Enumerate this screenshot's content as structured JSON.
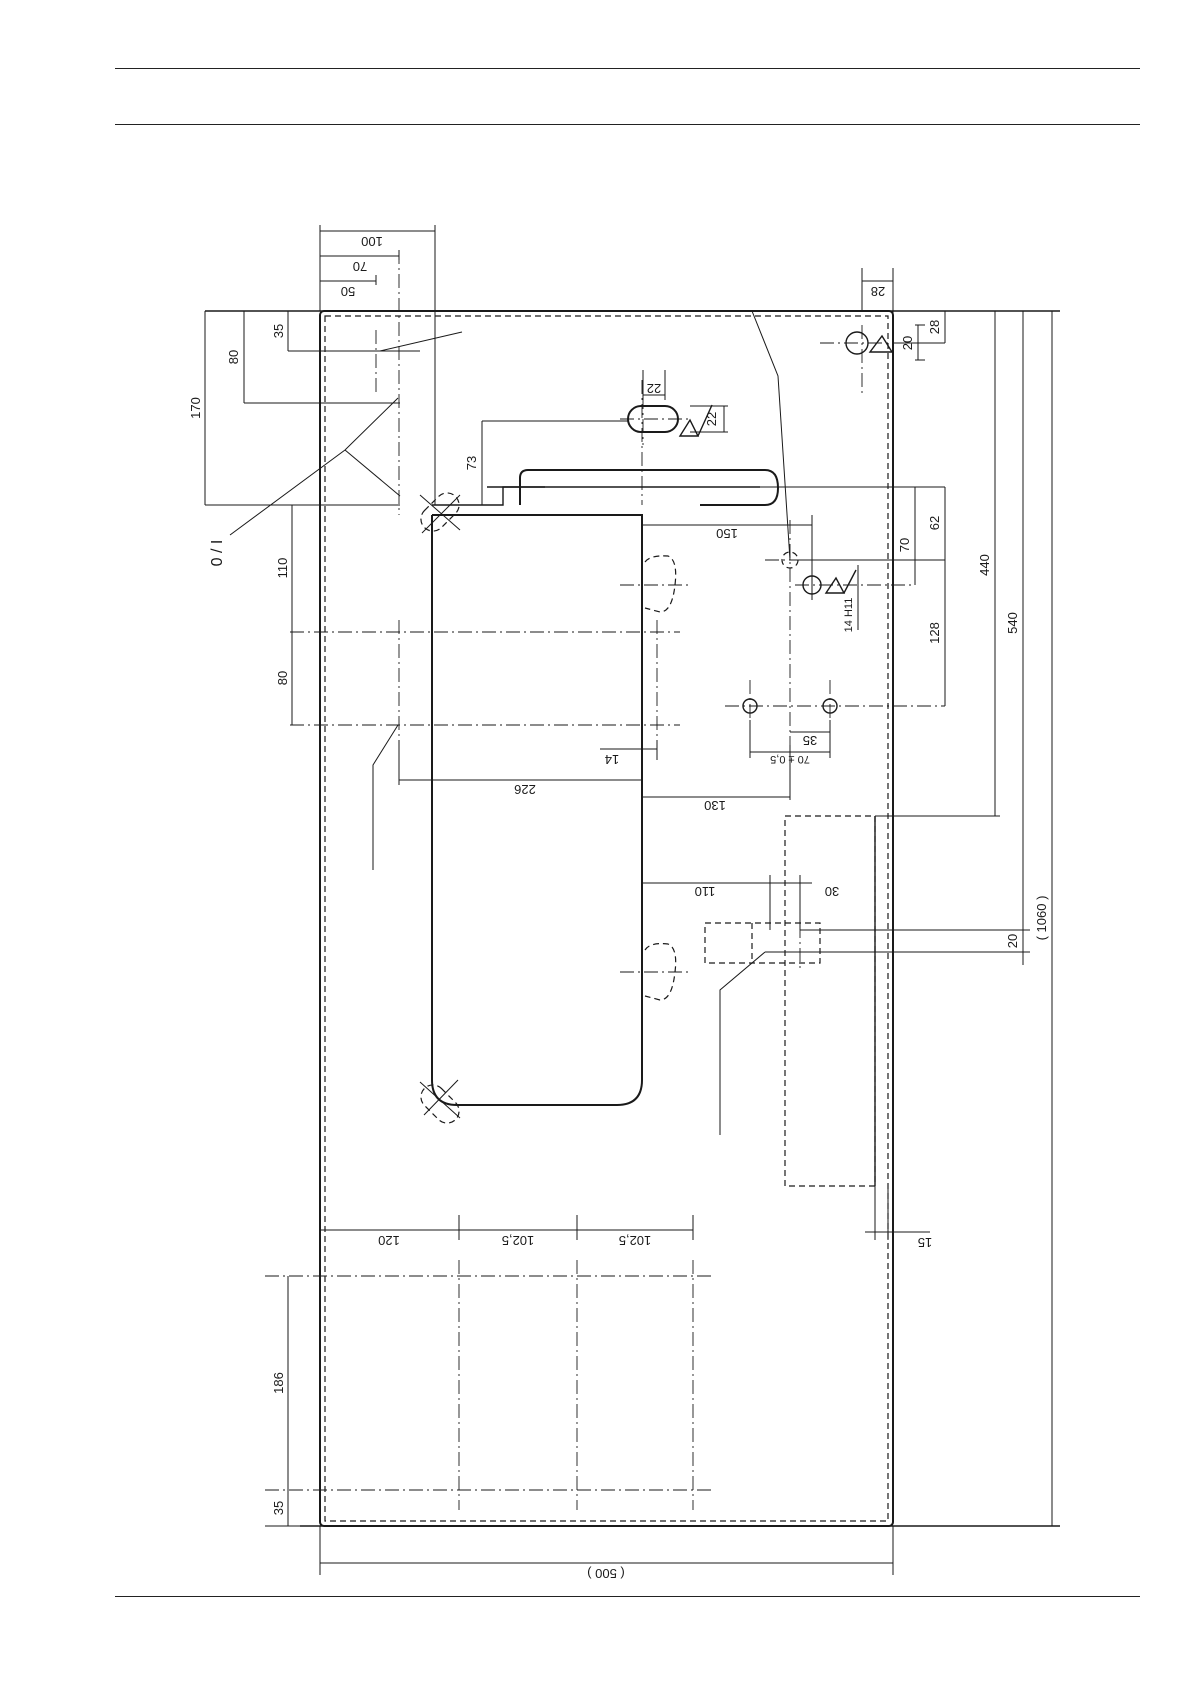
{
  "dimensions": {
    "d100": "100",
    "d70_top": "70",
    "d50": "50",
    "d28_top": "28",
    "d35_top": "35",
    "d80_top": "80",
    "d170": "170",
    "d22_w": "22",
    "d22_h": "22",
    "d73": "73",
    "d28_right": "28",
    "d20_right": "20",
    "d150": "150",
    "d62": "62",
    "d70_right": "70",
    "d14h11": "14 H11",
    "d128": "128",
    "d440": "440",
    "d540": "540",
    "d1060": "( 1060 )",
    "d110_left": "110",
    "d80_left": "80",
    "d14": "14",
    "d226": "226",
    "d35_mid": "35",
    "d70_tol": "70 ± 0,5",
    "d130": "130",
    "d110_mid": "110",
    "d30": "30",
    "d20_mid": "20",
    "d15": "15",
    "d120": "120",
    "d102_5_a": "102,5",
    "d102_5_b": "102,5",
    "d186": "186",
    "d35_bottom": "35",
    "d500": "( 500 )"
  },
  "labels": {
    "switch_symbol": "0 / I"
  }
}
